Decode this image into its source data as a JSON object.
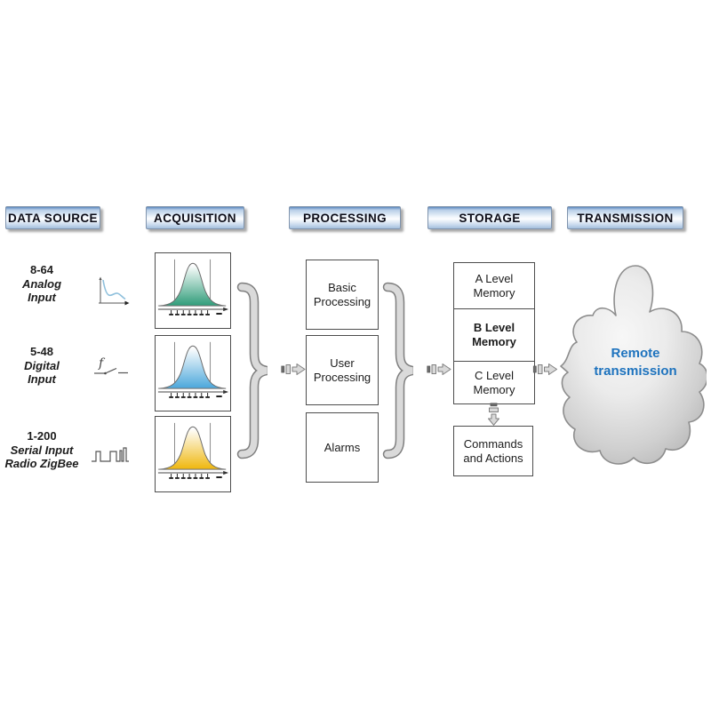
{
  "headers": [
    {
      "label": "DATA SOURCE"
    },
    {
      "label": "ACQUISITION"
    },
    {
      "label": "PROCESSING"
    },
    {
      "label": "STORAGE"
    },
    {
      "label": "TRANSMISSION"
    }
  ],
  "data_sources": [
    {
      "range": "8-64",
      "name_lines": [
        "Analog",
        "Input"
      ],
      "icon": "analog-signal-icon"
    },
    {
      "range": "5-48",
      "name_lines": [
        "Digital",
        "Input"
      ],
      "icon": "digital-switch-icon"
    },
    {
      "range": "1-200",
      "name_lines": [
        "Serial Input",
        "Radio ZigBee"
      ],
      "icon": "pulse-wave-icon"
    }
  ],
  "acquisition": {
    "charts": [
      {
        "name": "analog-distribution",
        "color": "#2F9C79"
      },
      {
        "name": "digital-distribution",
        "color": "#4BA7DB"
      },
      {
        "name": "serial-distribution",
        "color": "#EFB70D"
      }
    ]
  },
  "processing": {
    "boxes": [
      "Basic Processing",
      "User Processing",
      "Alarms"
    ]
  },
  "storage": {
    "memory_levels": [
      "A Level Memory",
      "B Level Memory",
      "C Level Memory"
    ],
    "commands": "Commands and Actions"
  },
  "transmission": {
    "cloud_label": "Remote transmission",
    "label_color": "#1E73BE"
  }
}
